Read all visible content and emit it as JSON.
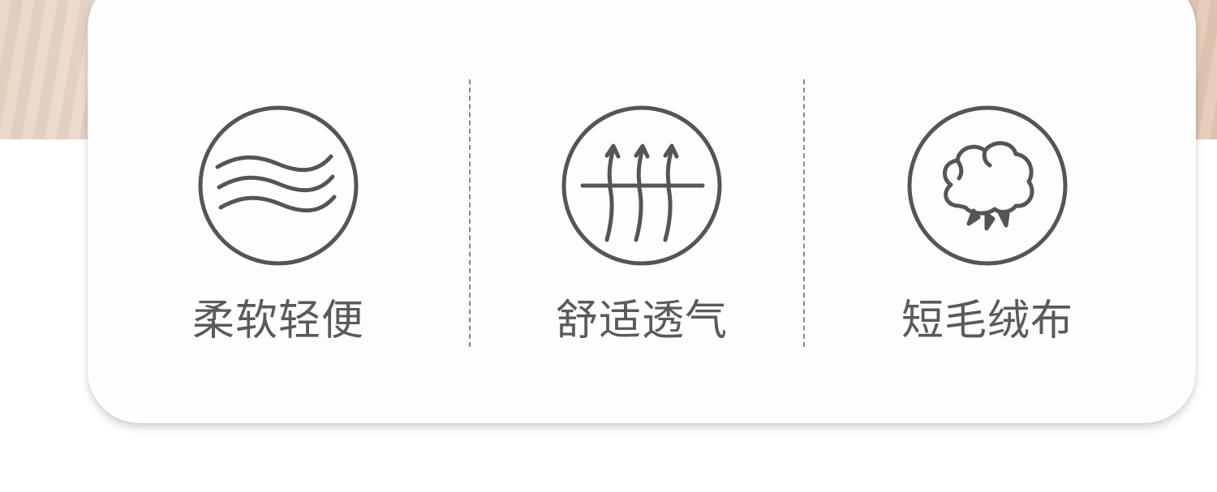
{
  "background": {
    "wood_color": "#ead6c5",
    "card_color": "#fdfdfd"
  },
  "features": [
    {
      "label": "柔软轻便",
      "icon": "waves-icon"
    },
    {
      "label": "舒适透气",
      "icon": "breathable-arrows-icon"
    },
    {
      "label": "短毛绒布",
      "icon": "cotton-icon"
    }
  ],
  "colors": {
    "icon_stroke": "#555555",
    "label_text": "#5a5a5a",
    "divider": "#8a8a8a"
  }
}
